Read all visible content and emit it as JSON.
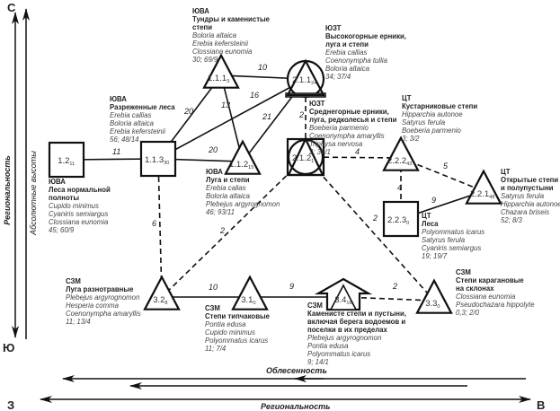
{
  "axes": {
    "vertical_regional": "Региональность",
    "vertical_altitude": "Абсолютные высоты",
    "north": "С",
    "south": "Ю",
    "west": "З",
    "east": "В",
    "horizontal_forest": "Облесенность",
    "horizontal_regional": "Региональность"
  },
  "nodes": [
    {
      "id": "1.2",
      "code": "1.2",
      "sub": "11",
      "shape": "square"
    },
    {
      "id": "1.1.3",
      "code": "1.1.3",
      "sub": "30",
      "shape": "square"
    },
    {
      "id": "1.1.2",
      "code": "1.1.2",
      "sub": "15",
      "shape": "triangle"
    },
    {
      "id": "1.1.1",
      "code": "1.1.1",
      "sub": "3",
      "shape": "triangle"
    },
    {
      "id": "2.1.1",
      "code": "2.1.1",
      "sub": "24",
      "shape": "circle-triangle"
    },
    {
      "id": "2.1.2",
      "code": "2.1.2",
      "sub": "1",
      "shape": "square-circle-triangle"
    },
    {
      "id": "2.2.2",
      "code": "2.2.2",
      "sub": "43",
      "shape": "triangle"
    },
    {
      "id": "2.2.1",
      "code": "2.2.1",
      "sub": "48",
      "shape": "triangle"
    },
    {
      "id": "2.2.3",
      "code": "2.2.3",
      "sub": "0",
      "shape": "square"
    },
    {
      "id": "3.2",
      "code": "3.2",
      "sub": "8",
      "shape": "triangle"
    },
    {
      "id": "3.1",
      "code": "3.1",
      "sub": "0",
      "shape": "triangle"
    },
    {
      "id": "3.4",
      "code": "3.4",
      "sub": "16",
      "shape": "arrow-triangle"
    },
    {
      "id": "3.3",
      "code": "3.3",
      "sub": "0",
      "shape": "triangle"
    }
  ],
  "edges": [
    {
      "from": "1.2",
      "to": "1.1.3",
      "weight": "11",
      "style": "solid"
    },
    {
      "from": "1.1.3",
      "to": "1.1.2",
      "weight": "20",
      "style": "solid"
    },
    {
      "from": "1.1.3",
      "to": "1.1.1",
      "weight": "20",
      "style": "solid"
    },
    {
      "from": "1.1.3",
      "to": "2.1.1",
      "weight": "16",
      "style": "solid"
    },
    {
      "from": "1.1.1",
      "to": "2.1.1",
      "weight": "10",
      "style": "solid"
    },
    {
      "from": "1.1.1",
      "to": "1.1.2",
      "weight": "13",
      "style": "solid"
    },
    {
      "from": "1.1.2",
      "to": "2.1.1",
      "weight": "21",
      "style": "solid"
    },
    {
      "from": "2.1.1",
      "to": "2.1.2",
      "weight": "2",
      "style": "dashed"
    },
    {
      "from": "2.1.2",
      "to": "2.2.2",
      "weight": "4",
      "style": "dashed"
    },
    {
      "from": "2.2.2",
      "to": "2.2.1",
      "weight": "5",
      "style": "dashed"
    },
    {
      "from": "2.2.2",
      "to": "2.2.3",
      "weight": "4",
      "style": "dashed"
    },
    {
      "from": "2.2.3",
      "to": "2.2.1",
      "weight": "9",
      "style": "solid"
    },
    {
      "from": "2.1.2",
      "to": "3.2",
      "weight": "2",
      "style": "dashed"
    },
    {
      "from": "2.1.2",
      "to": "3.3",
      "weight": "2",
      "style": "dashed"
    },
    {
      "from": "1.1.3",
      "to": "3.2",
      "weight": "6",
      "style": "dashed"
    },
    {
      "from": "3.2",
      "to": "3.1",
      "weight": "10",
      "style": "solid"
    },
    {
      "from": "3.1",
      "to": "3.4",
      "weight": "9",
      "style": "solid"
    },
    {
      "from": "3.4",
      "to": "3.3",
      "weight": "2",
      "style": "dashed"
    }
  ],
  "labels": [
    {
      "node": "1.1.1",
      "bold": [
        "ЮВА",
        "Тундры и каменистые",
        " степи"
      ],
      "species": [
        "Boloria altaica",
        "Erebia kefersteinii",
        "Clossiana eunomia"
      ],
      "stats": "30; 69/9"
    },
    {
      "node": "2.1.1",
      "bold": [
        "ЮЗТ",
        "Высокогорные ерники,",
        "луга и степи"
      ],
      "species": [
        "Erebia callias",
        "Coenonympha tullia",
        "Boloria altaica"
      ],
      "stats": "34; 37/4"
    },
    {
      "node": "1.1.3",
      "bold": [
        "ЮВА",
        "Разреженные леса"
      ],
      "species": [
        "Erebia callias",
        "Boloria altaica",
        "Erebia kefersteinii"
      ],
      "stats": "56; 48/14"
    },
    {
      "node": "2.1.2",
      "bold": [
        "ЮЗТ",
        "Среднегорные ерники,",
        "луга, редколесья и степи"
      ],
      "species": [
        "Boeberia parmenio",
        "Coenonympha amaryllis",
        "Triphysa nervosa"
      ],
      "stats": "2; 39/1"
    },
    {
      "node": "2.2.2",
      "bold": [
        "ЦТ",
        "Кустарниковые степи"
      ],
      "species": [
        "Hipparchia autonoe",
        "Satyrus ferula",
        "Boeberia parmenio"
      ],
      "stats": "3; 3/2"
    },
    {
      "node": "1.2",
      "bold": [
        "ЮВА",
        "Леса нормальной",
        "полноты"
      ],
      "species": [
        "Cupido minimus",
        "Cyaniris semiargus",
        "Clossiana eunomia"
      ],
      "stats": "45; 60/9"
    },
    {
      "node": "1.1.2",
      "bold": [
        "ЮВА",
        "Луга и степи"
      ],
      "species": [
        "Erebia calias",
        "Boloria altaica",
        "Plebejus argyrognomon"
      ],
      "stats": "46; 93/11"
    },
    {
      "node": "2.2.1",
      "bold": [
        "ЦТ",
        "Открытые степи",
        "и полупустыни"
      ],
      "species": [
        "Satyrus ferula",
        "Hipparchia autonoe",
        "Chazara briseis"
      ],
      "stats": "52; 8/3"
    },
    {
      "node": "2.2.3",
      "bold": [
        "ЦТ",
        "Леса"
      ],
      "species": [
        "Polyommatus icarus",
        "Satyrus ferula",
        "Cyaniris semiargus"
      ],
      "stats": "19; 19/7"
    },
    {
      "node": "3.2",
      "bold": [
        "СЗМ",
        "Луга разнотравные"
      ],
      "species": [
        "Plebejus argyrognomon",
        "Hesperia comma",
        "Coenonympha amaryllis"
      ],
      "stats": "11; 13/4"
    },
    {
      "node": "3.1",
      "bold": [
        "СЗМ",
        "Степи типчаковые"
      ],
      "species": [
        "Pontia edusa",
        "Cupido minimus",
        "Polyommatus icarus"
      ],
      "stats": "11; 7/4"
    },
    {
      "node": "3.4",
      "bold": [
        "СЗМ",
        "Каменисте степи и пустыни,",
        "включая берега водоемов и",
        "поселки в их пределах"
      ],
      "species": [
        "Plebejus argyrognomon",
        "Pontia edusa",
        "Polyommatus icarus"
      ],
      "stats": "9; 14/1"
    },
    {
      "node": "3.3",
      "bold": [
        "СЗМ",
        "Степи карагановые",
        "на склонах"
      ],
      "species": [
        "Clossiana eunomia",
        "Pseudochazara hippolyte"
      ],
      "stats": "0,3; 2/0"
    }
  ]
}
